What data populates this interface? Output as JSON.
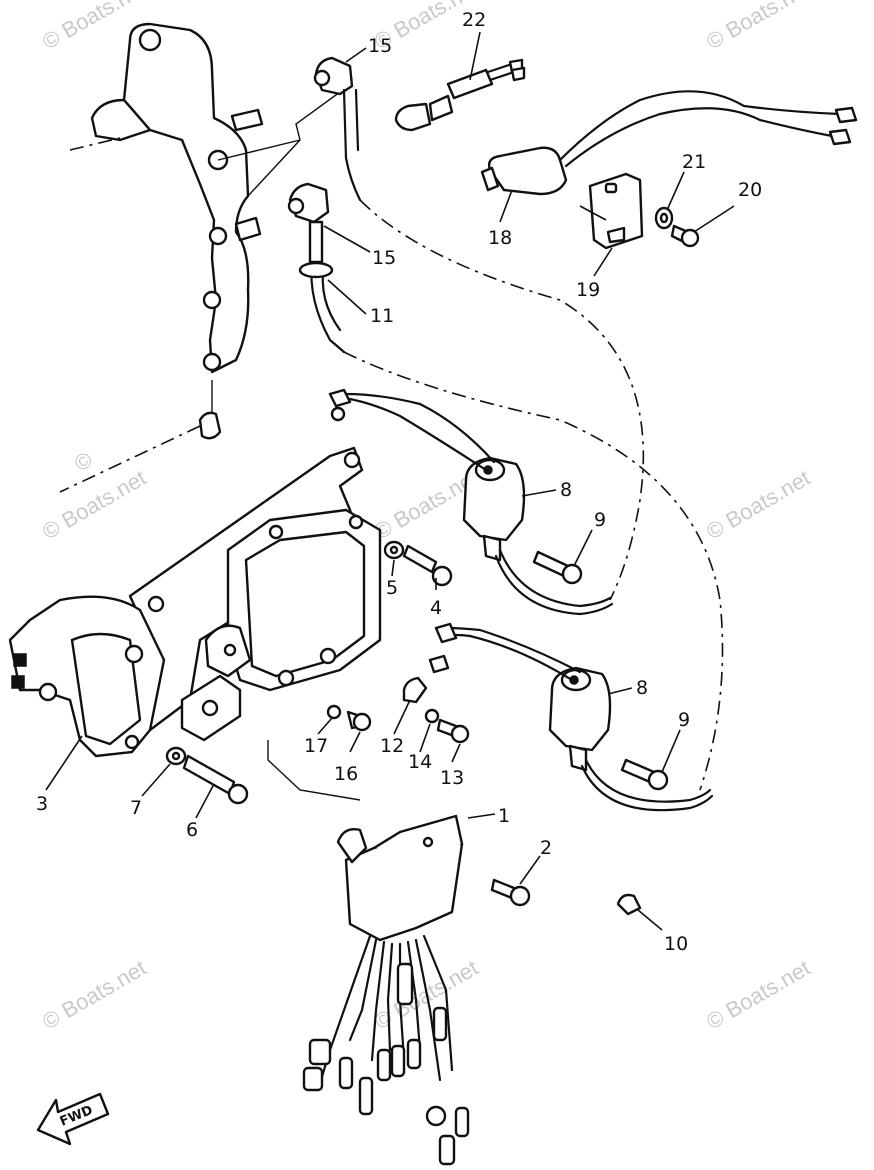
{
  "callouts": [
    {
      "id": "1",
      "text": "1"
    },
    {
      "id": "2",
      "text": "2"
    },
    {
      "id": "3",
      "text": "3"
    },
    {
      "id": "4",
      "text": "4"
    },
    {
      "id": "5",
      "text": "5"
    },
    {
      "id": "6",
      "text": "6"
    },
    {
      "id": "7",
      "text": "7"
    },
    {
      "id": "8a",
      "text": "8"
    },
    {
      "id": "8b",
      "text": "8"
    },
    {
      "id": "9a",
      "text": "9"
    },
    {
      "id": "9b",
      "text": "9"
    },
    {
      "id": "10",
      "text": "10"
    },
    {
      "id": "11",
      "text": "11"
    },
    {
      "id": "12",
      "text": "12"
    },
    {
      "id": "13",
      "text": "13"
    },
    {
      "id": "14",
      "text": "14"
    },
    {
      "id": "15a",
      "text": "15"
    },
    {
      "id": "15b",
      "text": "15"
    },
    {
      "id": "16",
      "text": "16"
    },
    {
      "id": "17",
      "text": "17"
    },
    {
      "id": "18",
      "text": "18"
    },
    {
      "id": "19",
      "text": "19"
    },
    {
      "id": "20",
      "text": "20"
    },
    {
      "id": "21",
      "text": "21"
    },
    {
      "id": "22",
      "text": "22"
    }
  ],
  "fwd_label": "FWD",
  "watermark": "© Boats.net"
}
